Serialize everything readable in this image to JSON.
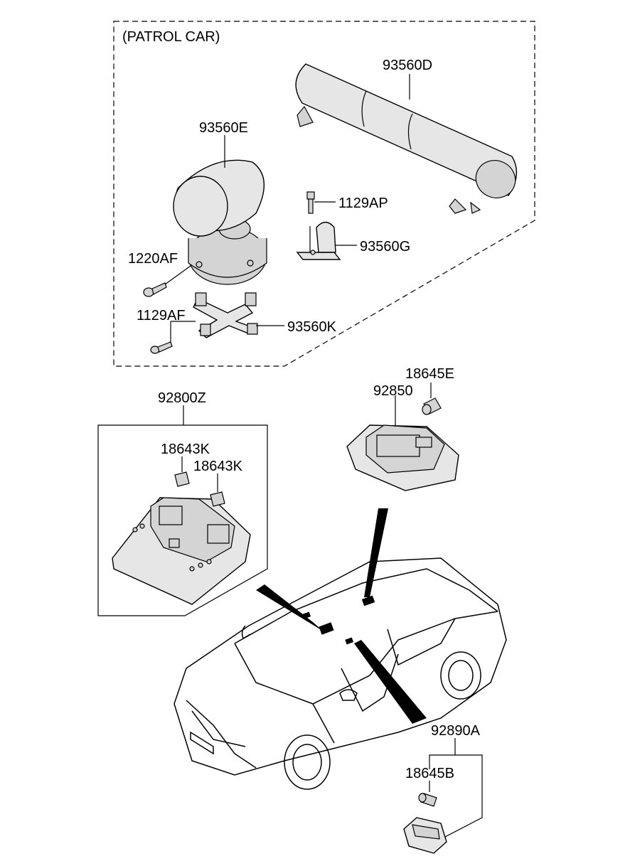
{
  "group_label": "(PATROL CAR)",
  "parts": {
    "lightbar": "93560D",
    "beacon": "93560E",
    "bolt_top": "1129AP",
    "bracket_g": "93560G",
    "screw_1220": "1220AF",
    "bolt_bottom": "1129AF",
    "base_plate": "93560K",
    "bulb_e": "18645E",
    "lamp_92850": "92850",
    "overhead_console": "92800Z",
    "bulb_k1": "18643K",
    "bulb_k2": "18643K",
    "lamp_92890": "92890A",
    "bulb_b": "18645B"
  }
}
